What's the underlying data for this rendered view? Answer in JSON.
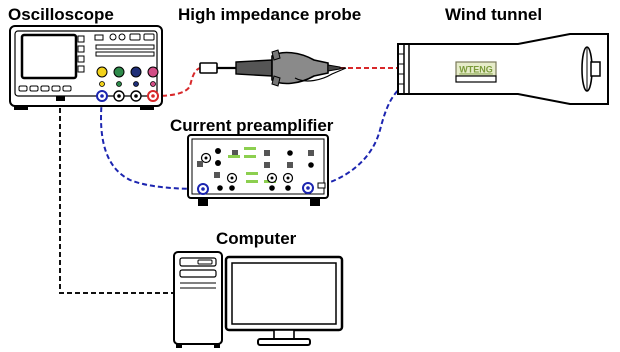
{
  "labels": {
    "oscilloscope": "Oscilloscope",
    "probe": "High impedance probe",
    "wind_tunnel": "Wind tunnel",
    "preamplifier": "Current preamplifier",
    "computer": "Computer",
    "device": "WTENG"
  },
  "colors": {
    "probe_signal": "#d8282a",
    "current_signal": "#1c25b0",
    "data_link": "#111111",
    "display_green": "#8ccf4f",
    "knob_yellow": "#f2d21b",
    "knob_green": "#2e8a4a",
    "knob_navy": "#1f2f78",
    "knob_pink": "#d24d86",
    "teng_fill": "#e6ecc9",
    "teng_text": "#7a9a3a"
  },
  "icons": {
    "oscilloscope": "oscilloscope-icon",
    "probe": "probe-icon",
    "wind_tunnel": "wind-tunnel-icon",
    "fan": "fan-icon",
    "preamplifier": "preamplifier-icon",
    "computer": "desktop-computer-icon"
  }
}
